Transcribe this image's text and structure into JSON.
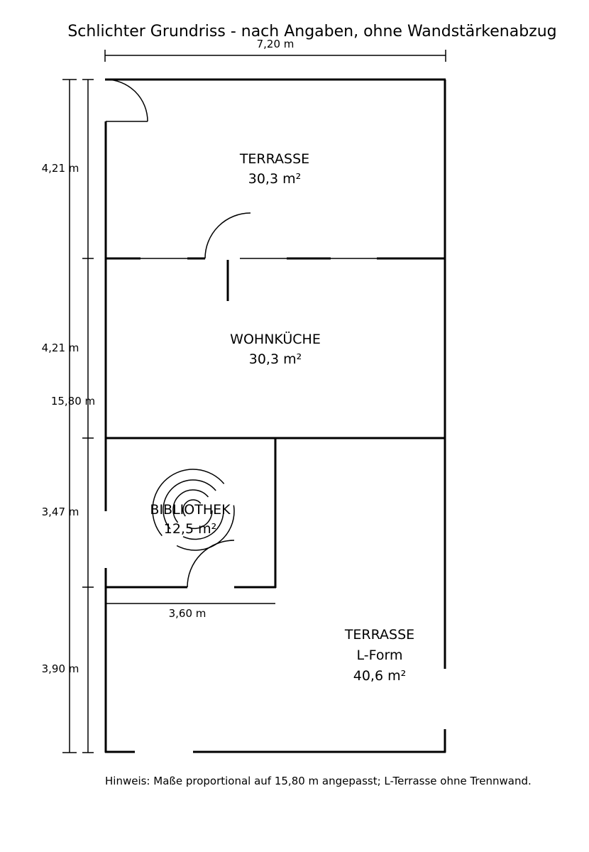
{
  "title": "Schlichter Grundriss - nach Angaben, ohne Wandstärkenabzug",
  "dimensions": {
    "width_top": "7,20 m",
    "total_height": "15,80 m",
    "seg_1": "4,21 m",
    "seg_2": "4,21 m",
    "seg_3": "3,47 m",
    "seg_4": "3,90 m",
    "library_width": "3,60 m"
  },
  "rooms": {
    "terrace_top": {
      "name": "TERRASSE",
      "area": "30,3 m²"
    },
    "kitchen": {
      "name": "WOHNKÜCHE",
      "area": "30,3 m²"
    },
    "library": {
      "name": "BIBLIOTHEK",
      "area": "12,5 m²"
    },
    "terrace_l": {
      "name": "TERRASSE",
      "shape": "L-Form",
      "area": "40,6 m²"
    }
  },
  "note": "Hinweis: Maße proportional auf 15,80 m angepasst; L-Terrasse ohne Trennwand."
}
